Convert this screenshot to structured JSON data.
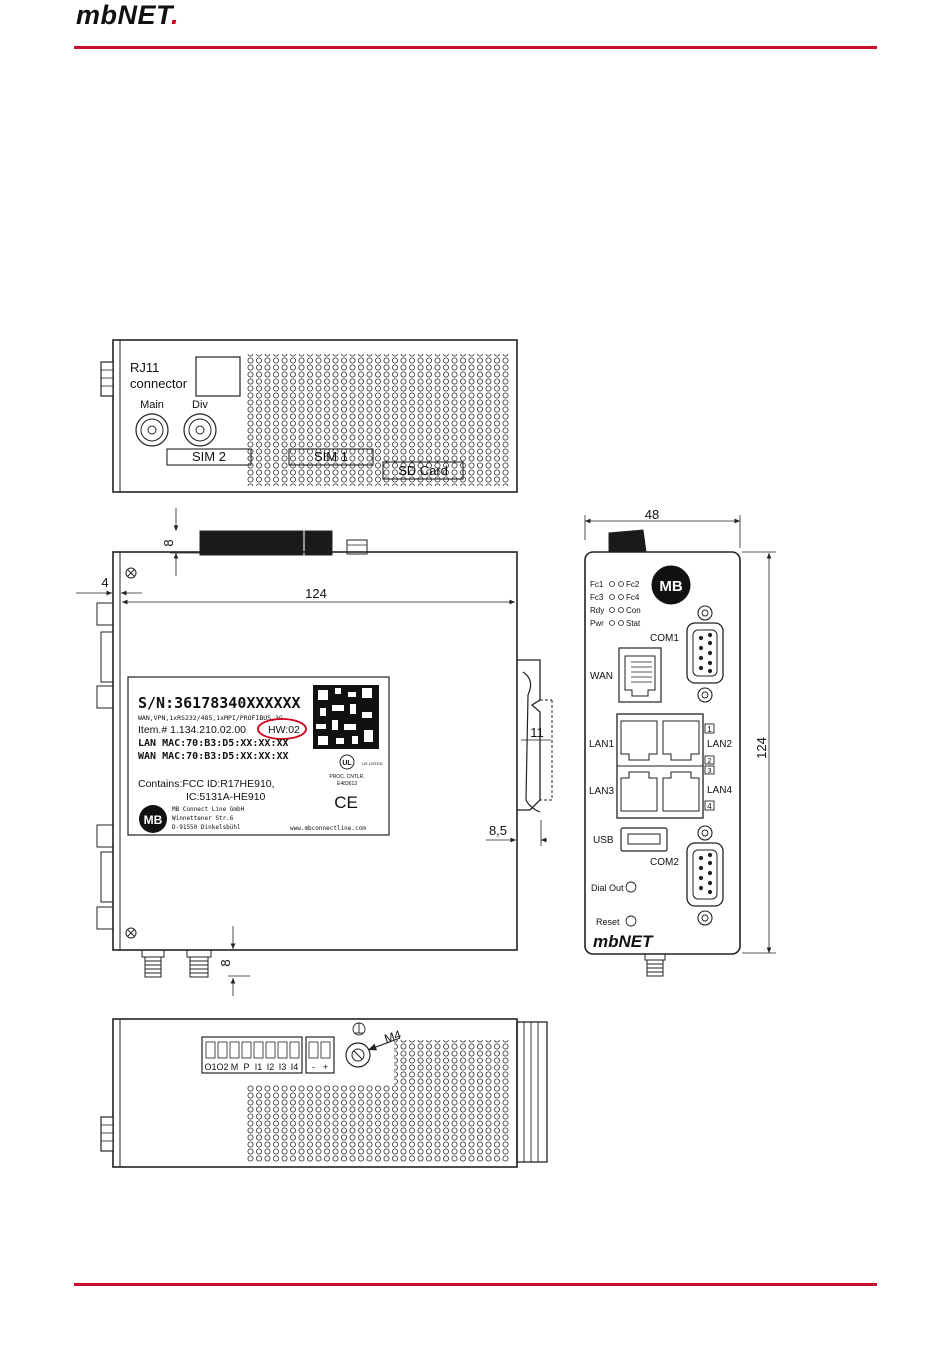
{
  "header": {
    "logo_text": "mbNET",
    "logo_dot": "."
  },
  "top_view": {
    "rj11_line1": "RJ11",
    "rj11_line2": "connector",
    "antenna_main": "Main",
    "antenna_div": "Div",
    "sim2": "SIM 2",
    "sim1": "SIM 1",
    "sd_card": "SD Card"
  },
  "side_view": {
    "dim_8_top": "8",
    "dim_4": "4",
    "dim_124": "124",
    "dim_11": "11",
    "dim_8_5": "8,5",
    "dim_8_bottom": "8"
  },
  "type_label": {
    "serial": "S/N:36178340XXXXXX",
    "features": "WAN,VPN,1xRS232/485,1xMPI/PROFIBUS,3G",
    "item": "Item.# 1.134.210.02.00",
    "hw": "HW:02",
    "lan_mac": "LAN MAC:70:B3:D5:XX:XX:XX",
    "wan_mac": "WAN MAC:70:B3:D5:XX:XX:XX",
    "contains": "Contains:FCC ID:R17HE910,",
    "ic": "IC:5131A-HE910",
    "ul_line1": "PROC. CNTLR.",
    "ul_line2": "E483613",
    "ul_listed": "US LISTED",
    "ce": "CE",
    "mb_logo": "MB",
    "company1": "MB Connect Line GmbH",
    "company2": "Winnettener Str.6",
    "company3": "D-91550 Dinkelsbühl",
    "website": "www.mbconnectline.com"
  },
  "front_view": {
    "dim_48": "48",
    "dim_124": "124",
    "mb_logo": "MB",
    "led_fc1": "Fc1",
    "led_fc2": "Fc2",
    "led_fc3": "Fc3",
    "led_fc4": "Fc4",
    "led_rdy": "Rdy",
    "led_con": "Con",
    "led_pwr": "Pwr",
    "led_stat": "Stat",
    "com1": "COM1",
    "wan": "WAN",
    "lan1": "LAN1",
    "lan2": "LAN2",
    "lan3": "LAN3",
    "lan4": "LAN4",
    "port1": "1",
    "port2": "2",
    "port3": "3",
    "port4": "4",
    "usb": "USB",
    "com2": "COM2",
    "dial_out": "Dial Out",
    "reset": "Reset",
    "brand": "mbNET"
  },
  "bottom_view": {
    "terminal_labels": [
      "O1",
      "O2",
      "M",
      "P",
      "I1",
      "I2",
      "I3",
      "I4"
    ],
    "power_minus": "-",
    "power_plus": "+",
    "ground_screw": "M4"
  }
}
